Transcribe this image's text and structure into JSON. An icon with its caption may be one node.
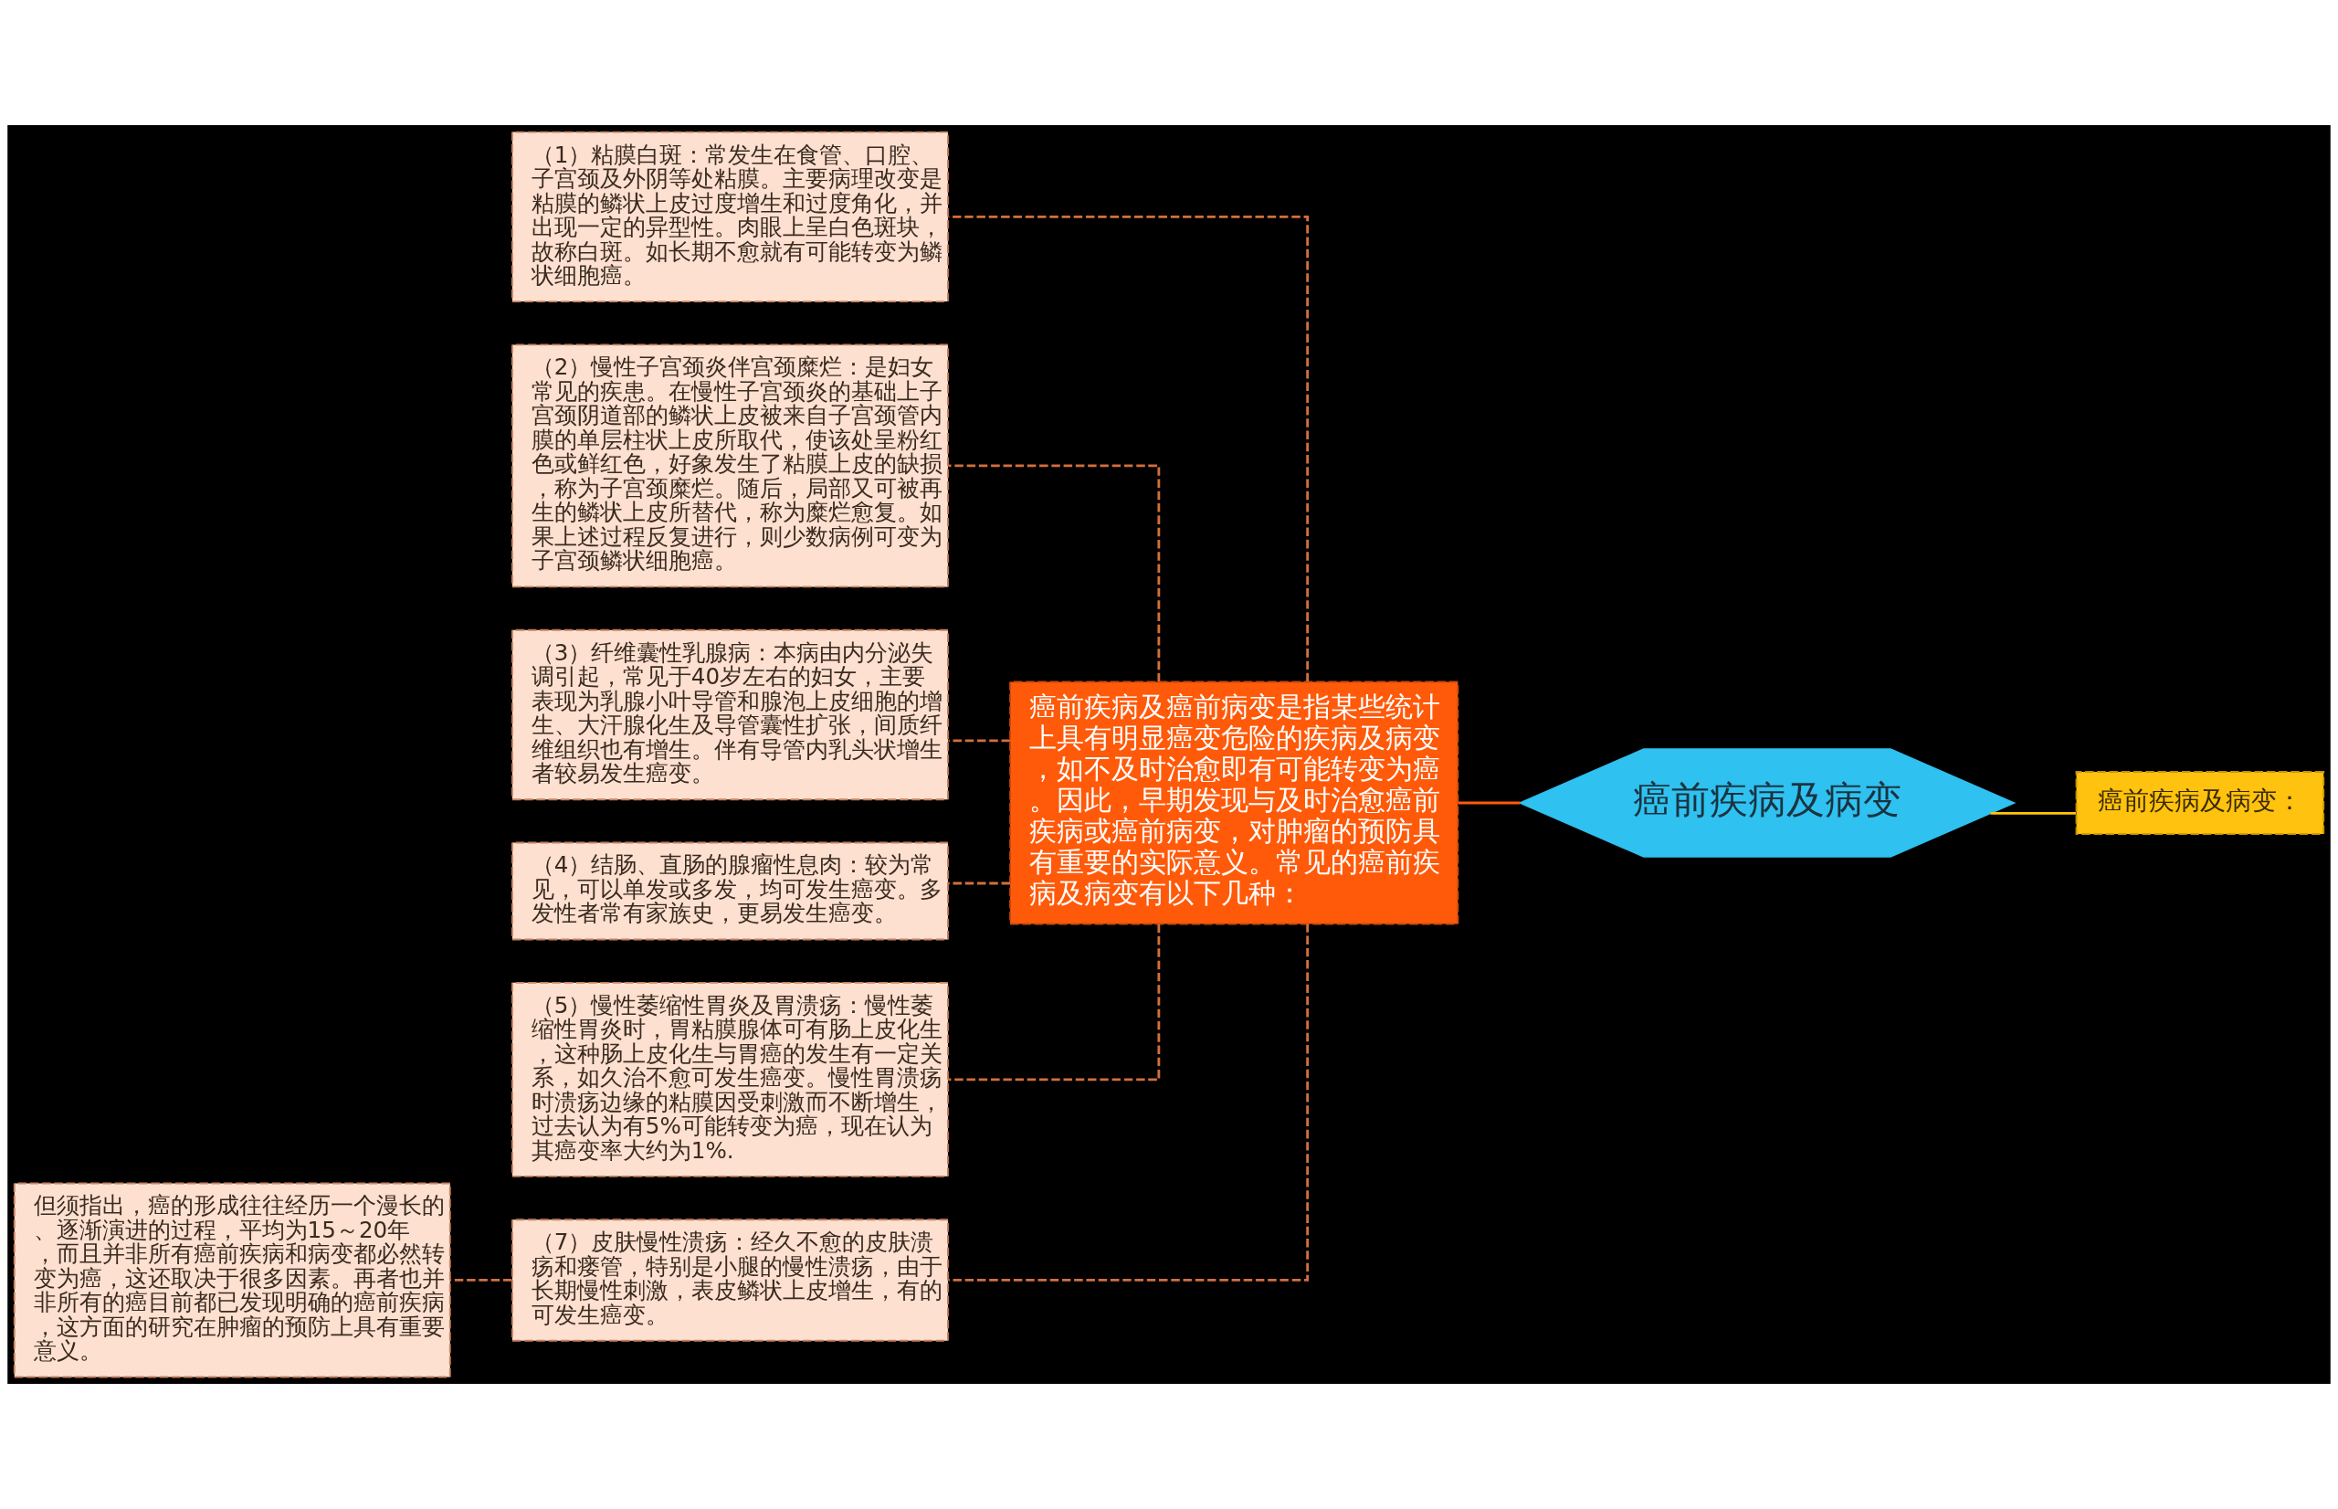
{
  "diagram": {
    "nodes": [
      {
        "text": [
          "癌前疾病及病变"
        ]
      },
      {
        "text": [
          "癌前疾病及病变："
        ]
      },
      {
        "text": [
          "癌前疾病及癌前病变是指某些统计上具有明显癌变危险的疾病及病变，如不及时治愈即有可能转变为癌。因此，早期发现与及时治愈癌前疾病或癌前病变，对肿瘤的预防具有重要的实际意义。常见的癌前疾病及病变有以下几种："
        ]
      },
      {
        "text": [
          "（1）粘膜白斑：常发生在食管、口腔、子宫颈及外阴等处粘膜。主要病理改变是粘膜的鳞状上皮过度增生和过度角化，并出现一定的异型性。肉眼上呈白色斑块，故称白斑。如长期不愈就有可能转变为鳞状细胞癌。"
        ]
      },
      {
        "text": [
          "（2）慢性子宫颈炎伴宫颈糜烂：是妇女常见的疾患。在慢性子宫颈炎的基础上子宫颈阴道部的鳞状上皮被来自子宫颈管内膜的单层柱状上皮所取代，使该处呈粉红色或鲜红色，好象发生了粘膜上皮的缺损，称为子宫颈糜烂。随后，局部又可被再生的鳞状上皮所替代，称为糜烂愈复。如果上述过程反复进行，则少数病例可变为子宫颈鳞状细胞癌。"
        ]
      },
      {
        "text": [
          "（3）纤维囊性乳腺病：本病由内分泌失调引起，常见于40岁左右的妇女，主要表现为乳腺小叶导管和腺泡上皮细胞的增生、大汗腺化生及导管囊性扩张，间质纤维组织也有增生。伴有导管内乳头状增生者较易发生癌变。"
        ]
      },
      {
        "text": [
          "（4）结肠、直肠的腺瘤性息肉：较为常见，可以单发或多发，均可发生癌变。多发性者常有家族史，更易发生癌变。"
        ]
      },
      {
        "text": [
          "（5）慢性萎缩性胃炎及胃溃疡：慢性萎缩性胃炎时，胃粘膜腺体可有肠上皮化生，这种肠上皮化生与胃癌的发生有一定关系，如久治不愈可发生癌变。慢性胃溃疡时溃疡边缘的粘膜因受刺激而不断增生，过去认为有5%可能转变为癌，现在认为其癌变率大约为1%."
        ]
      },
      {
        "text": [
          "（7）皮肤慢性溃疡：经久不愈的皮肤溃疡和瘘管，特别是小腿的慢性溃疡，由于长期慢性刺激，表皮鳞状上皮增生，有的可发生癌变。"
        ]
      },
      {
        "text": [
          "但须指出，癌的形成往往经历一个漫长的、逐渐演进的过程，平均为15～20年，而且并非所有癌前疾病和病变都必然转变为癌，这还取决于很多因素。再者也并非所有的癌目前都已发现明确的癌前疾病，这方面的研究在肿瘤的预防上具有重要意义。"
        ]
      }
    ],
    "edges": [
      {
        "from": 0,
        "to": 1,
        "arrow": "none",
        "color": "#ffc20e"
      },
      {
        "from": 0,
        "to": 2,
        "arrow": "none",
        "color": "#ff5a0a"
      },
      {
        "from": 2,
        "to": 3,
        "arrow": "none",
        "style": "dashed"
      },
      {
        "from": 2,
        "to": 4,
        "arrow": "none",
        "style": "dashed"
      },
      {
        "from": 2,
        "to": 5,
        "arrow": "none",
        "style": "dashed"
      },
      {
        "from": 2,
        "to": 6,
        "arrow": "none",
        "style": "dashed"
      },
      {
        "from": 2,
        "to": 7,
        "arrow": "none",
        "style": "dashed"
      },
      {
        "from": 2,
        "to": 8,
        "arrow": "none",
        "style": "dashed"
      },
      {
        "from": 8,
        "to": 9,
        "arrow": "none",
        "style": "dashed"
      }
    ]
  }
}
